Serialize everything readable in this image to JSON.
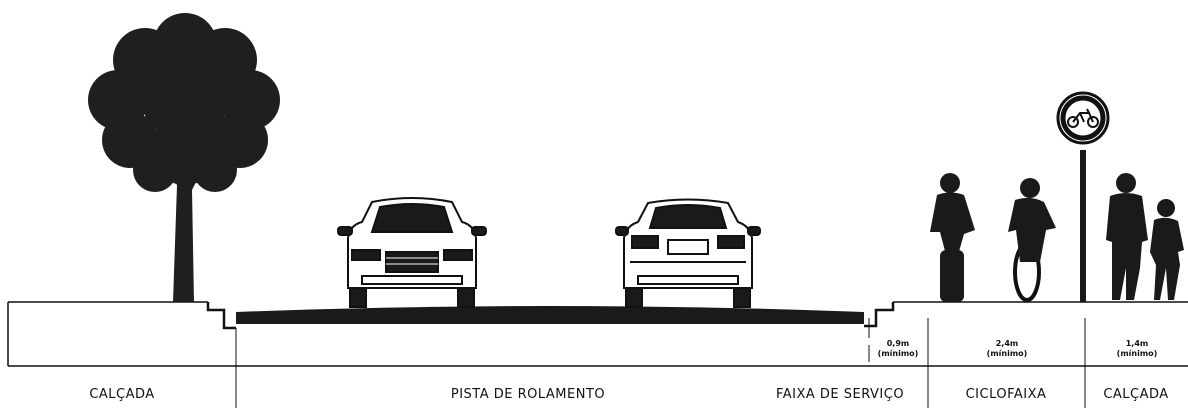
{
  "zones": [
    {
      "id": "calcada-left",
      "label": "CALÇADA"
    },
    {
      "id": "pista",
      "label": "PISTA DE ROLAMENTO"
    },
    {
      "id": "faixa-servico",
      "label": "FAIXA DE SERVIÇO"
    },
    {
      "id": "ciclofaixa",
      "label": "CICLOFAIXA"
    },
    {
      "id": "calcada-right",
      "label": "CALÇADA"
    }
  ],
  "dimensions": [
    {
      "zone": "faixa-servico",
      "value": "0,9m",
      "note": "(mínimo)"
    },
    {
      "zone": "ciclofaixa",
      "value": "2,4m",
      "note": "(mínimo)"
    },
    {
      "zone": "calcada-right",
      "value": "1,4m",
      "note": "(mínimo)"
    }
  ],
  "sign": {
    "icon": "bicycle-icon",
    "meaning": "bike lane sign"
  },
  "colors": {
    "ink": "#111111",
    "asphalt": "#1a1a1a",
    "ground": "#ffffff"
  }
}
